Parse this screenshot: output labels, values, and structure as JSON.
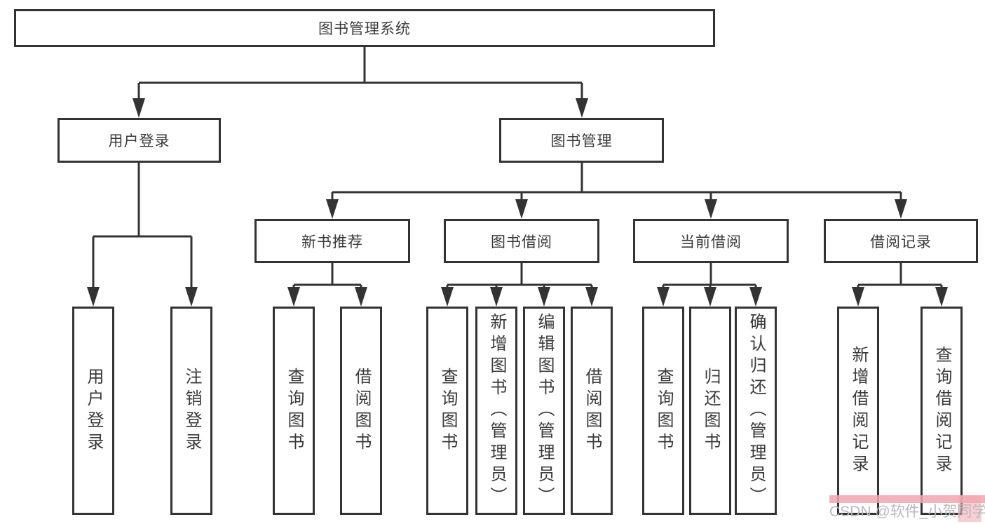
{
  "colors": {
    "line": "#333333",
    "box_border": "#333333",
    "box_fill": "#ffffff",
    "text": "#3a3a3a",
    "watermark_text": "#b9b9bd",
    "watermark_accent": "#f2a6ae"
  },
  "tree": {
    "root": {
      "label": "图书管理系统"
    },
    "branches": [
      {
        "label": "用户登录",
        "children": [
          {
            "label": "用户登录"
          },
          {
            "label": "注销登录"
          }
        ]
      },
      {
        "label": "图书管理",
        "sections": [
          {
            "label": "新书推荐",
            "children": [
              {
                "label": "查询图书"
              },
              {
                "label": "借阅图书"
              }
            ]
          },
          {
            "label": "图书借阅",
            "children": [
              {
                "label": "查询图书"
              },
              {
                "label": "新增图书（管理员）"
              },
              {
                "label": "编辑图书（管理员）"
              },
              {
                "label": "借阅图书"
              }
            ]
          },
          {
            "label": "当前借阅",
            "children": [
              {
                "label": "查询图书"
              },
              {
                "label": "归还图书"
              },
              {
                "label": "确认归还（管理员）"
              }
            ]
          },
          {
            "label": "借阅记录",
            "children": [
              {
                "label": "新增借阅记录"
              },
              {
                "label": "查询借阅记录"
              }
            ]
          }
        ]
      }
    ]
  },
  "watermark": {
    "text": "CSDN @软件_小贺同学"
  }
}
